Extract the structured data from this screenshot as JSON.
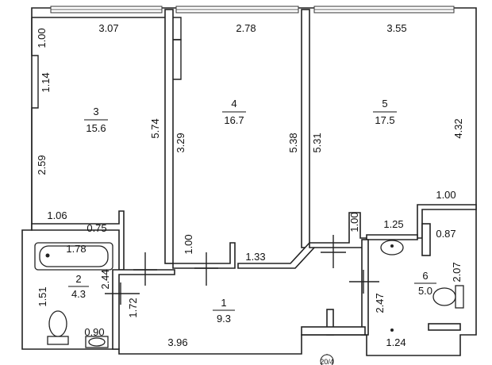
{
  "rooms": [
    {
      "number": "3",
      "area": "15.6"
    },
    {
      "number": "4",
      "area": "16.7"
    },
    {
      "number": "5",
      "area": "17.5"
    },
    {
      "number": "2",
      "area": "4.3"
    },
    {
      "number": "1",
      "area": "9.3"
    },
    {
      "number": "6",
      "area": "5.0"
    }
  ],
  "dimensions": {
    "room3_top": "3.07",
    "room4_top": "2.78",
    "room5_top": "3.55",
    "room3_left_upper": "1.00",
    "room3_left_mid": "1.14",
    "room3_left_lower": "2.59",
    "room3_right": "5.74",
    "room3_bottom_left": "1.06",
    "room3_bottom_right": "0.75",
    "room4_left": "3.29",
    "room4_right": "5.38",
    "room4_bottom_left": "1.00",
    "room4_bottom_right": "1.33",
    "room5_left": "5.31",
    "room5_right": "4.32",
    "room5_bottom_right": "1.00",
    "room5_bottom_left": "1.00",
    "room5_step": "1.25",
    "bath_width": "1.78",
    "room2_right": "2.44",
    "room2_left": "1.51",
    "room2_bottom": "0.90",
    "hall_left": "1.72",
    "hall_bottom": "3.96",
    "room6_top": "0.87",
    "room6_right": "2.07",
    "room6_left": "2.47",
    "room6_bottom": "1.24"
  },
  "axis_marker": "20/4"
}
